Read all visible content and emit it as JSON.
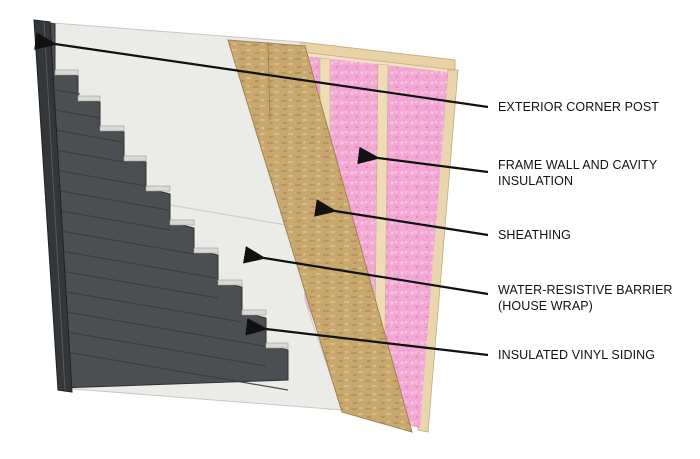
{
  "callouts": [
    {
      "id": "exterior-corner-post",
      "lines": [
        "EXTERIOR CORNER POST"
      ]
    },
    {
      "id": "frame-wall-cavity-insulation",
      "lines": [
        "FRAME WALL AND CAVITY",
        "INSULATION"
      ]
    },
    {
      "id": "sheathing",
      "lines": [
        "SHEATHING"
      ]
    },
    {
      "id": "water-resistive-barrier",
      "lines": [
        "WATER-RESISTIVE BARRIER",
        "(HOUSE WRAP)"
      ]
    },
    {
      "id": "insulated-vinyl-siding",
      "lines": [
        "INSULATED VINYL SIDING"
      ]
    }
  ],
  "colors": {
    "siding": "#4a4e50",
    "corner_post": "#3a3e40",
    "house_wrap": "#ecece8",
    "sheathing": "#c8a870",
    "insulation": "#f2a6d2",
    "framing": "#ecd9b4"
  }
}
